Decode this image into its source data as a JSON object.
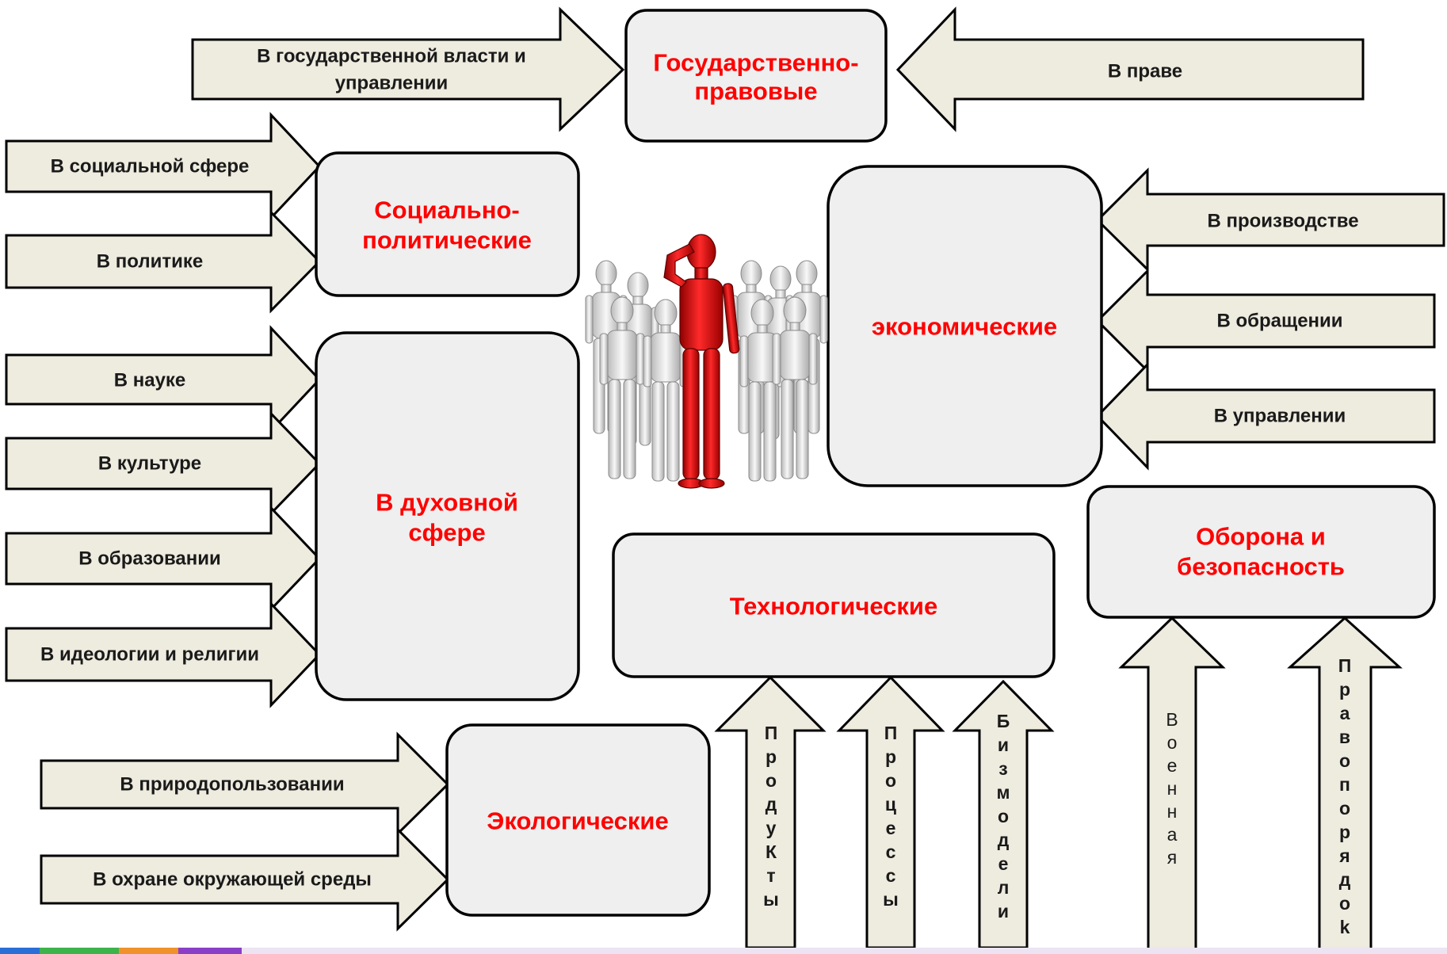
{
  "boxes": {
    "gos_prav": [
      "Государственно-",
      "правовые"
    ],
    "soc_pol": [
      "Социально-",
      "политические"
    ],
    "duh": [
      "В духовной",
      "сфере"
    ],
    "econ": [
      "экономические"
    ],
    "tech": [
      "Технологические"
    ],
    "oborona": [
      "Оборона и",
      "безопасность"
    ],
    "ecol": [
      "Экологические"
    ]
  },
  "arrows": {
    "gos_vlast": [
      "В государственной власти и",
      "управлении"
    ],
    "pravo": [
      "В праве"
    ],
    "soc_sfera": [
      "В социальной сфере"
    ],
    "politika": [
      "В политике"
    ],
    "nauka": [
      "В науке"
    ],
    "kultura": [
      "В культуре"
    ],
    "obrazovanie": [
      "В образовании"
    ],
    "ideologia": [
      "В идеологии и религии"
    ],
    "proizvodstvo": [
      "В производстве"
    ],
    "obrashchenie": [
      "В обращении"
    ],
    "upravlenie": [
      "В управлении"
    ],
    "prirodopolz": [
      "В природопользовании"
    ],
    "ohrana": [
      "В охране окружающей среды"
    ],
    "produkty": "ПродуКты",
    "processy": "Процессы",
    "bizmodeli": "Бизмодели",
    "voennaya": "Военная",
    "pravoporyadok": "Правопорядоk"
  },
  "colors": {
    "box_title": "#ff0000",
    "arrow_fill": "#eeebdf",
    "box_fill": "#efefef"
  },
  "icons": {
    "center_figure": "red-leader-among-white-figures"
  }
}
